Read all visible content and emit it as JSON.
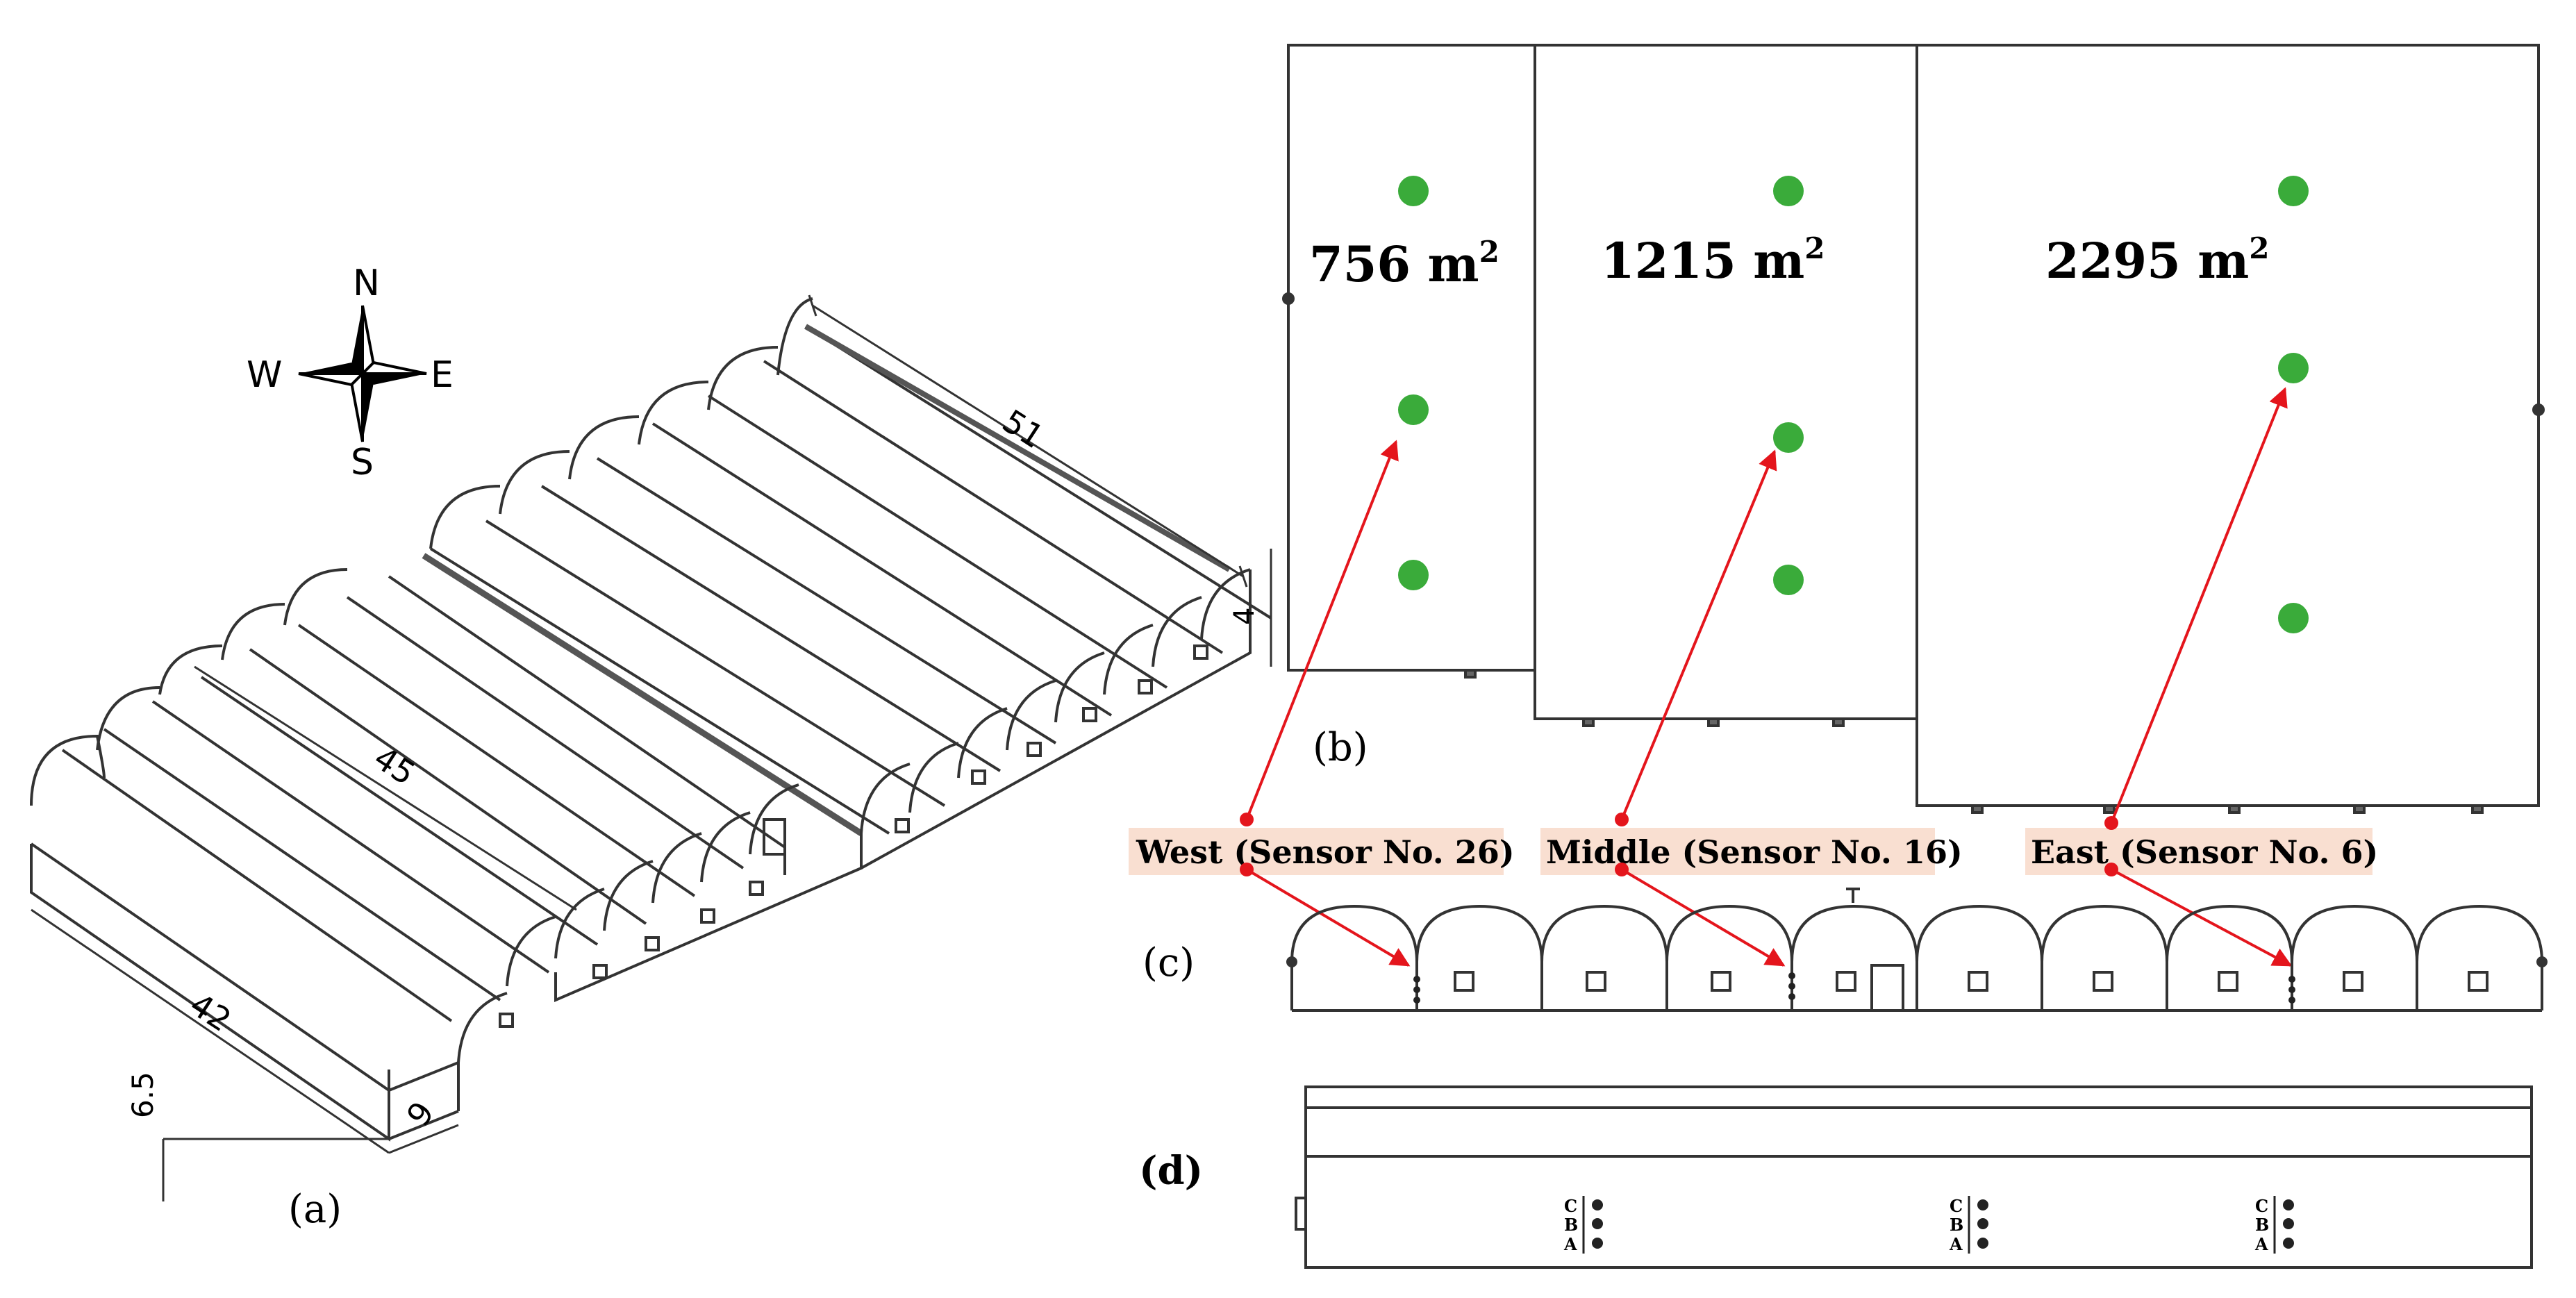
{
  "compass": {
    "n": "N",
    "s": "S",
    "e": "E",
    "w": "W"
  },
  "panel_a": {
    "label": "(a)",
    "dimensions": {
      "length_long": "51",
      "length_mid": "45",
      "length_short": "42",
      "height": "6.5",
      "width": "9",
      "side": "4"
    }
  },
  "panel_b": {
    "label": "(b)",
    "zones": [
      {
        "area": "756 m",
        "sup": "2"
      },
      {
        "area": "1215 m",
        "sup": "2"
      },
      {
        "area": "2295 m",
        "sup": "2"
      }
    ]
  },
  "sensors": [
    {
      "label": "West (Sensor No. 26)"
    },
    {
      "label": "Middle (Sensor No. 16)"
    },
    {
      "label": "East (Sensor No. 6)"
    }
  ],
  "panel_c": {
    "label": "(c)"
  },
  "panel_d": {
    "label": "(d)",
    "heights": [
      "C",
      "B",
      "A"
    ]
  },
  "colors": {
    "sensor_dot": "#3aab3a",
    "arrow": "#e4151c",
    "tag_bg": "#f9dfd1"
  }
}
